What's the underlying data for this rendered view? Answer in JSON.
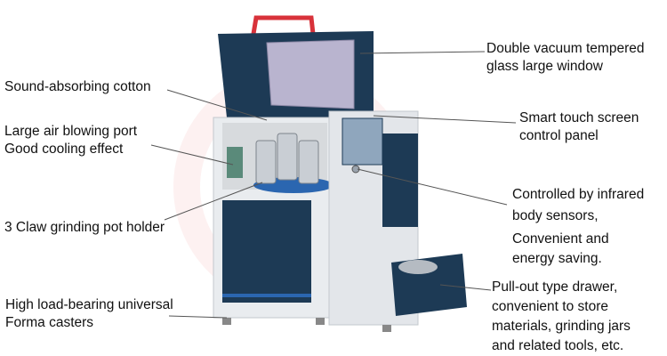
{
  "labels": {
    "window": [
      "Double vacuum tempered",
      "glass large window"
    ],
    "cotton": [
      "Sound-absorbing cotton"
    ],
    "air_port": [
      "Large air blowing port",
      "Good cooling effect"
    ],
    "pot_holder": [
      "3 Claw grinding pot holder"
    ],
    "casters": [
      "High load-bearing universal",
      "Forma casters"
    ],
    "control_panel": [
      "Smart touch screen",
      "control panel"
    ],
    "sensor": [
      "Controlled by infrared",
      "body sensors,",
      "Convenient and",
      "energy saving."
    ],
    "drawer": [
      "Pull-out type drawer,",
      "convenient to store",
      "materials, grinding jars",
      "and related tools, etc."
    ]
  },
  "colors": {
    "navy": "#1d3a55",
    "handle": "#d8323a",
    "body": "#e9ecef",
    "window": "#b9b4cf",
    "accent": "#2b66b0"
  }
}
